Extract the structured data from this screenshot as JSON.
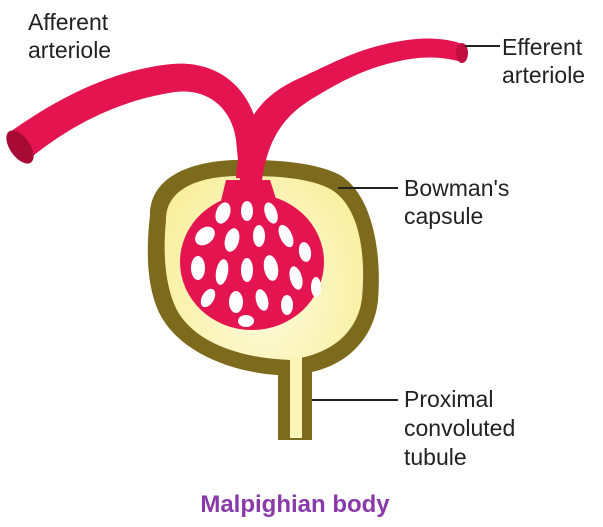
{
  "labels": {
    "afferent": [
      "Afferent",
      "arteriole"
    ],
    "efferent": [
      "Efferent",
      "arteriole"
    ],
    "bowman": [
      "Bowman's",
      "capsule"
    ],
    "tubule": [
      "Proximal",
      "convoluted",
      "tubule"
    ]
  },
  "caption": "Malpighian body",
  "colors": {
    "vessel": "#e3144f",
    "vessel_dark": "#a80a36",
    "capsule_wall": "#7d6a1c",
    "capsule_fill": "#fcf5b8",
    "capsule_inner": "#fefbd8",
    "glomerulus_holes": "#ffffff",
    "caption": "#8a3aa8",
    "leader": "#222222"
  }
}
